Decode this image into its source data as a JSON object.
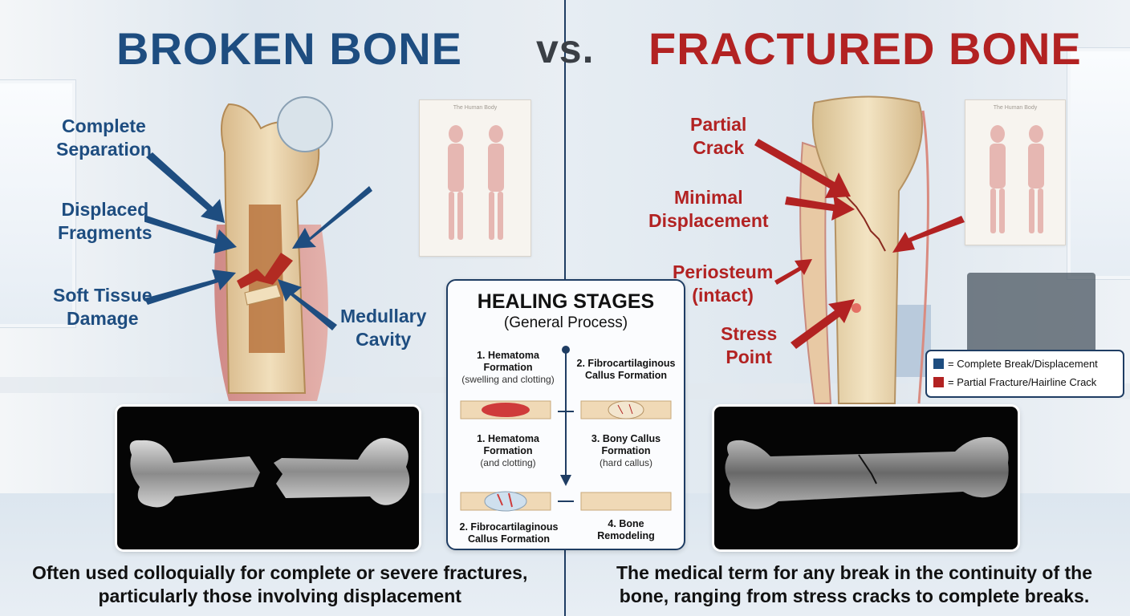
{
  "left": {
    "title": "BROKEN BONE",
    "labels": {
      "complete_separation": [
        "Complete",
        "Separation"
      ],
      "displaced_fragments": [
        "Displaced",
        "Fragments"
      ],
      "soft_tissue_damage": [
        "Soft Tissue",
        "Damage"
      ],
      "medullary_cavity": [
        "Medullary",
        "Cavity"
      ]
    },
    "bottom_text": [
      "Often used colloquially for complete or severe fractures,",
      "particularly those involving displacement"
    ]
  },
  "vs": "vs.",
  "right": {
    "title": "FRACTURED BONE",
    "labels": {
      "partial_crack": [
        "Partial",
        "Crack"
      ],
      "minimal_displacement": [
        "Minimal",
        "Displacement"
      ],
      "periosteum": [
        "Periosteum",
        "(intact)"
      ],
      "stress_point": [
        "Stress",
        "Point"
      ]
    },
    "bottom_text": [
      "The medical term for any break in the continuity of the",
      "bone, ranging from stress cracks to complete breaks."
    ]
  },
  "healing": {
    "title": "HEALING STAGES",
    "subtitle": "(General Process)",
    "stages": [
      {
        "heading": [
          "1. Hematoma",
          "Formation"
        ],
        "note": "(swelling and clotting)"
      },
      {
        "heading": [
          "2. Fibrocartilaginous",
          "Callus Formation"
        ],
        "note": ""
      },
      {
        "heading": [
          "1. Hematoma",
          "Formation"
        ],
        "note": "(and clotting)"
      },
      {
        "heading": [
          "3. Bony Callus",
          "Formation"
        ],
        "note": "(hard callus)"
      },
      {
        "heading": [
          "2. Fibrocartilaginous",
          "Callus Formation"
        ],
        "note": ""
      },
      {
        "heading": [
          "4. Bone",
          "Remodeling"
        ],
        "note": ""
      }
    ]
  },
  "legend": {
    "items": [
      {
        "color": "#1e4d80",
        "text": "= Complete Break/Displacement"
      },
      {
        "color": "#b22222",
        "text": "= Partial Fracture/Hairline Crack"
      }
    ]
  },
  "poster_title": "The Human Body",
  "colors": {
    "blue": "#1e4d80",
    "red": "#b22222",
    "navy": "#1f3d63"
  }
}
